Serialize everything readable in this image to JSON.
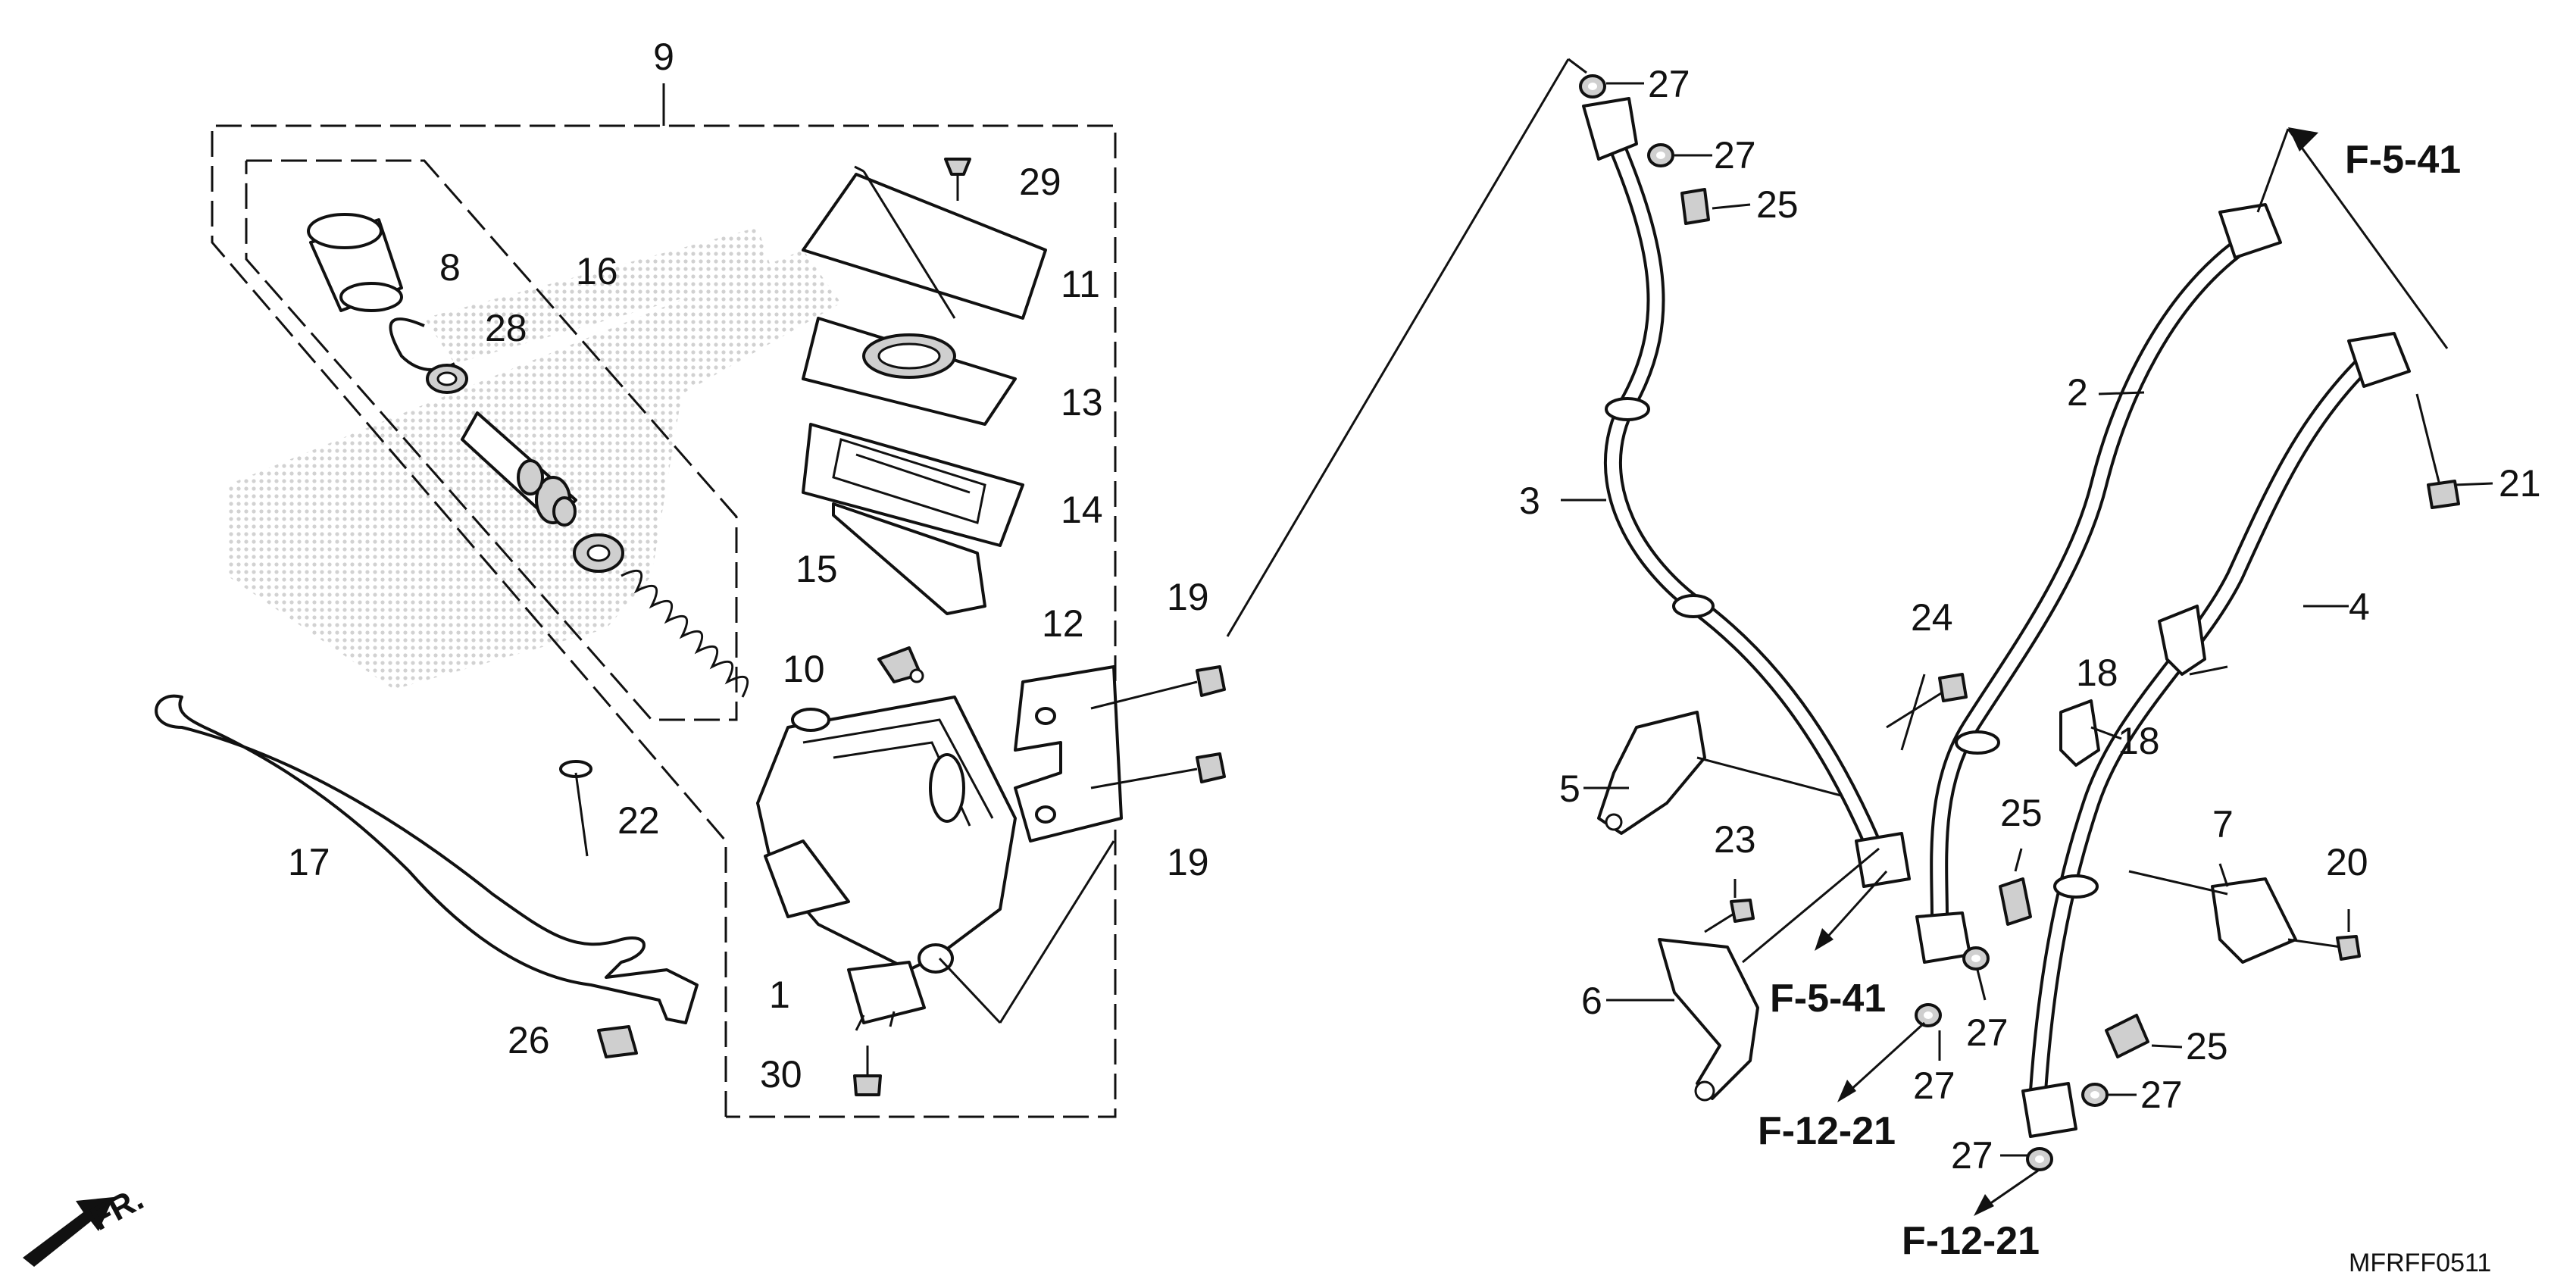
{
  "diagram": {
    "part_labels": {
      "p1": "1",
      "p2": "2",
      "p3": "3",
      "p4": "4",
      "p5": "5",
      "p6": "6",
      "p7": "7",
      "p8": "8",
      "p9": "9",
      "p10": "10",
      "p11": "11",
      "p12": "12",
      "p13": "13",
      "p14": "14",
      "p15": "15",
      "p16": "16",
      "p17": "17",
      "p18a": "18",
      "p18b": "18",
      "p19a": "19",
      "p19b": "19",
      "p20": "20",
      "p21": "21",
      "p22": "22",
      "p23": "23",
      "p24": "24",
      "p25a": "25",
      "p25b": "25",
      "p25c": "25",
      "p26": "26",
      "p27a": "27",
      "p27b": "27",
      "p27c": "27",
      "p27d": "27",
      "p27e": "27",
      "p27f": "27",
      "p28": "28",
      "p29": "29",
      "p30": "30"
    },
    "references": {
      "f541_top": "F-5-41",
      "f541_mid": "F-5-41",
      "f1221_left": "F-12-21",
      "f1221_right": "F-12-21"
    },
    "front_marker": "FR.",
    "diagram_code": "MFRFF0511"
  }
}
